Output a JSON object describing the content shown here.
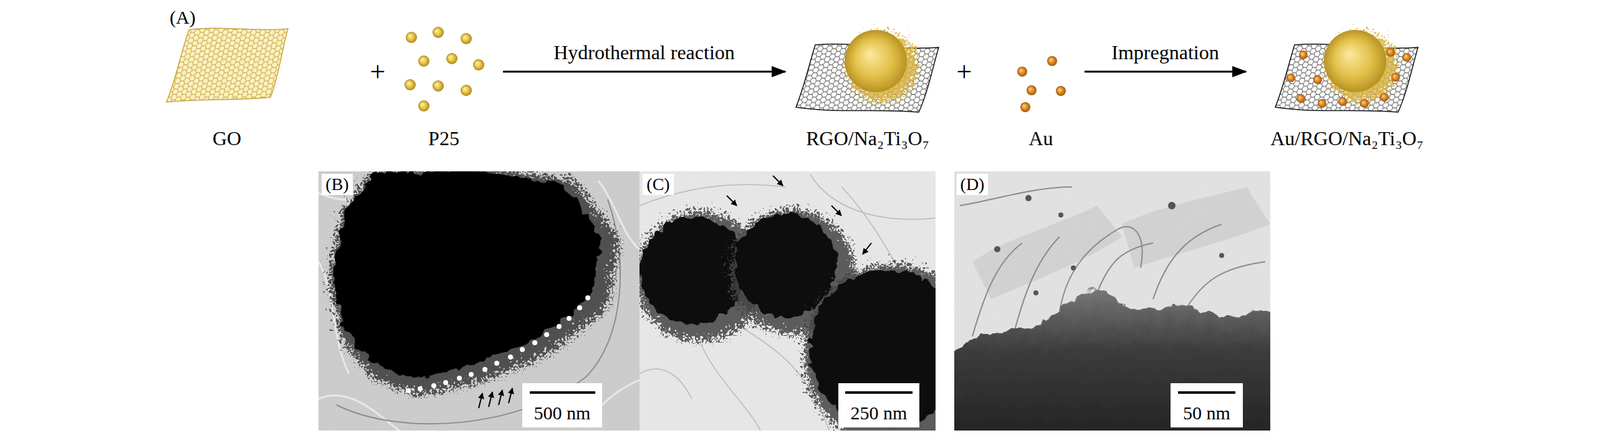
{
  "diagram": {
    "nodes": [
      {
        "text": [
          "GO"
        ]
      },
      {
        "text": [
          "P25"
        ]
      },
      {
        "text": [
          "RGO/Na₂Ti₃O₇"
        ]
      },
      {
        "text": [
          "Au"
        ]
      },
      {
        "text": [
          "Au/RGO/Na₂Ti₃O₇"
        ]
      }
    ],
    "edges": [
      {
        "from": 1,
        "to": 2,
        "arrow": "to",
        "label": "Hydrothermal reaction"
      },
      {
        "from": 3,
        "to": 4,
        "arrow": "to",
        "label": "Impregnation"
      }
    ],
    "labels": [
      "(A)",
      "+",
      "+",
      "(B)",
      "500 nm",
      "(C)",
      "250 nm",
      "(D)",
      "50 nm"
    ]
  }
}
